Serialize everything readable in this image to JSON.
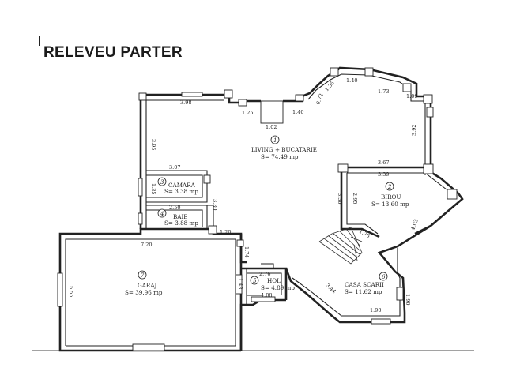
{
  "title": "RELEVEU PARTER",
  "rooms": [
    {
      "number": "1",
      "name": "LIVING + BUCATARIE",
      "area": "S= 74.49 mp"
    },
    {
      "number": "2",
      "name": "BIROU",
      "area": "S= 13.60 mp"
    },
    {
      "number": "3",
      "name": "CAMARA",
      "area": "S= 3.38 mp"
    },
    {
      "number": "4",
      "name": "BAIE",
      "area": "S= 3.88 mp"
    },
    {
      "number": "5",
      "name": "HOL",
      "area": "S= 4.89 mp"
    },
    {
      "number": "6",
      "name": "CASA SCARII",
      "area": "S= 11.62 mp"
    },
    {
      "number": "7",
      "name": "GARAJ",
      "area": "S= 39.96 mp"
    }
  ],
  "dimensions": {
    "d398": "3.98",
    "d125": "1.25",
    "d102": "1.02",
    "d140a": "1.40",
    "d072": "0.72",
    "d135": "1.35",
    "d140b": "1.40",
    "d173": "1.73",
    "d109": "1.09",
    "d392": "3.92",
    "d395": "3.95",
    "d307": "3.07",
    "d135b": "1.35",
    "d250": "2.50",
    "d330": "3.30",
    "d367": "3.67",
    "d339": "3.39",
    "d330b": "3.30",
    "d295": "2.95",
    "d403": "4.03",
    "d176": "1.76",
    "d120": "1.20",
    "d720": "7.20",
    "d174": "1.74",
    "d555": "5.55",
    "d276": "2.76",
    "d143": "1.43",
    "d408": "4.08",
    "d344": "3.44",
    "d190a": "1.90",
    "d190b": "1.90"
  }
}
